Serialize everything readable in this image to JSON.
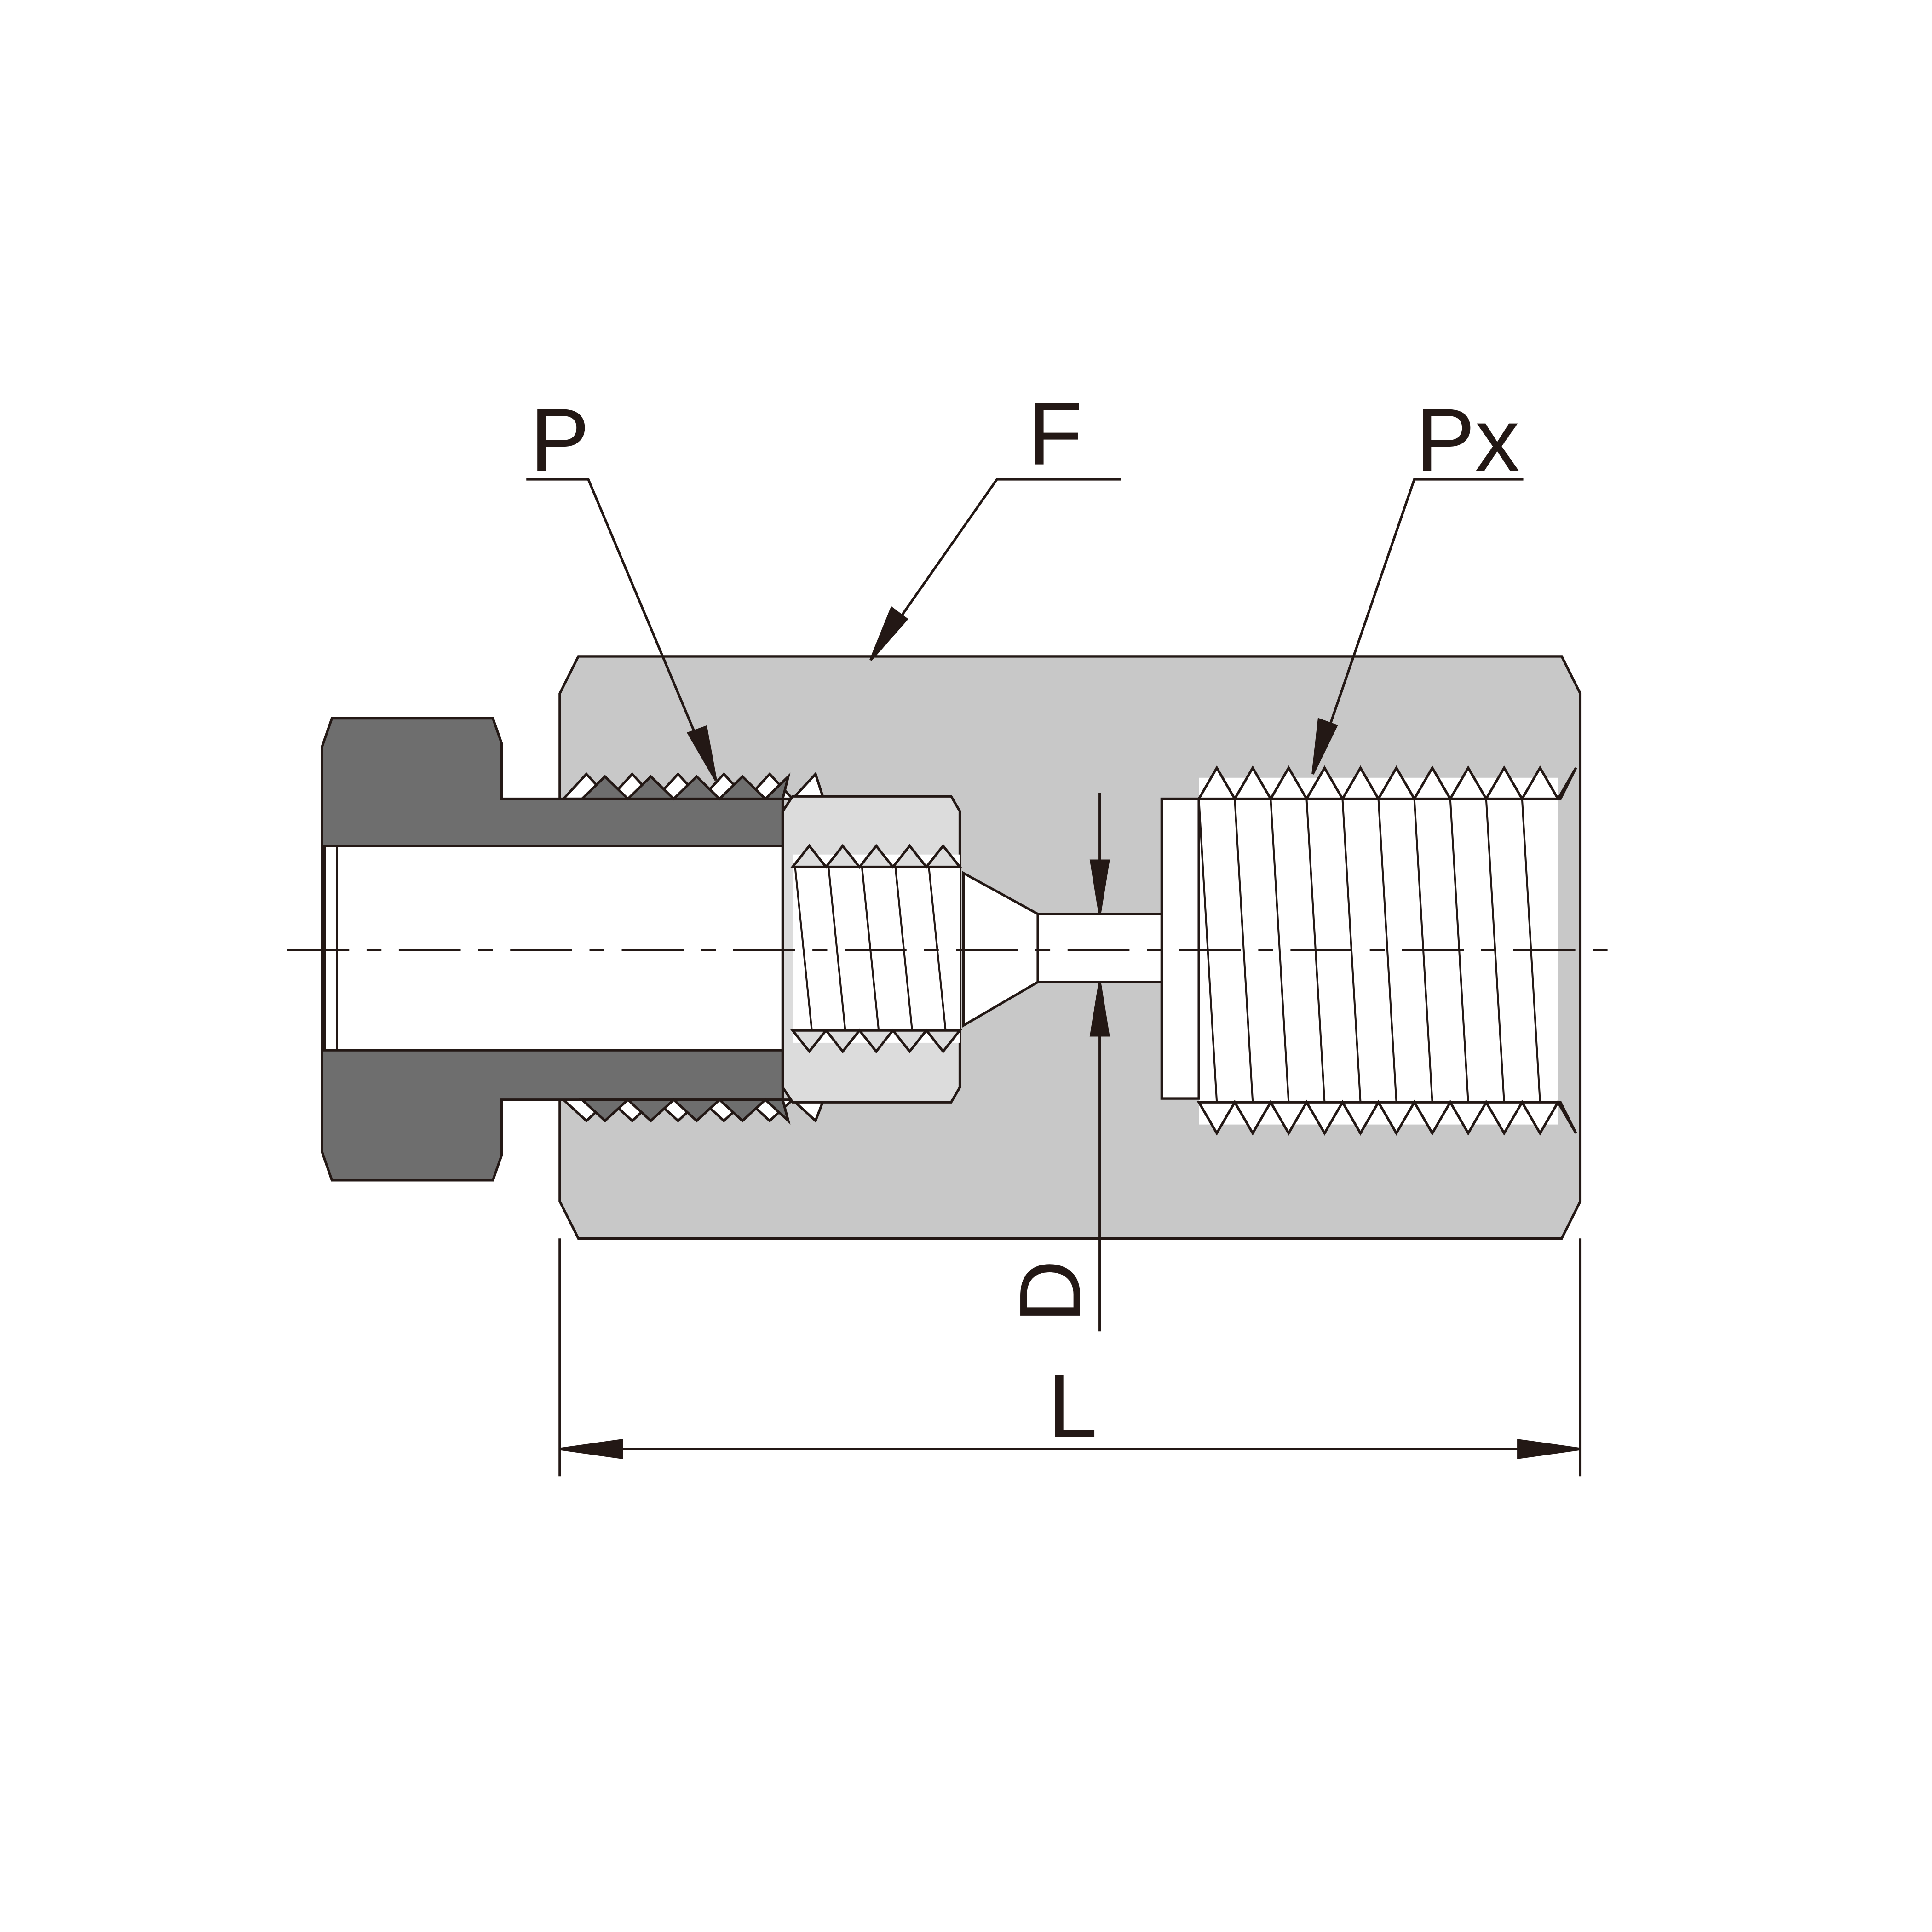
{
  "labels": {
    "port_p": "P",
    "body_f": "F",
    "port_px": "Px",
    "orifice_d": "D",
    "length_l": "L"
  },
  "colors": {
    "body": "#c8c8c8",
    "insert": "#6e6e6e",
    "nut": "#dcdcdc",
    "line": "#231815",
    "background": "#ffffff"
  }
}
